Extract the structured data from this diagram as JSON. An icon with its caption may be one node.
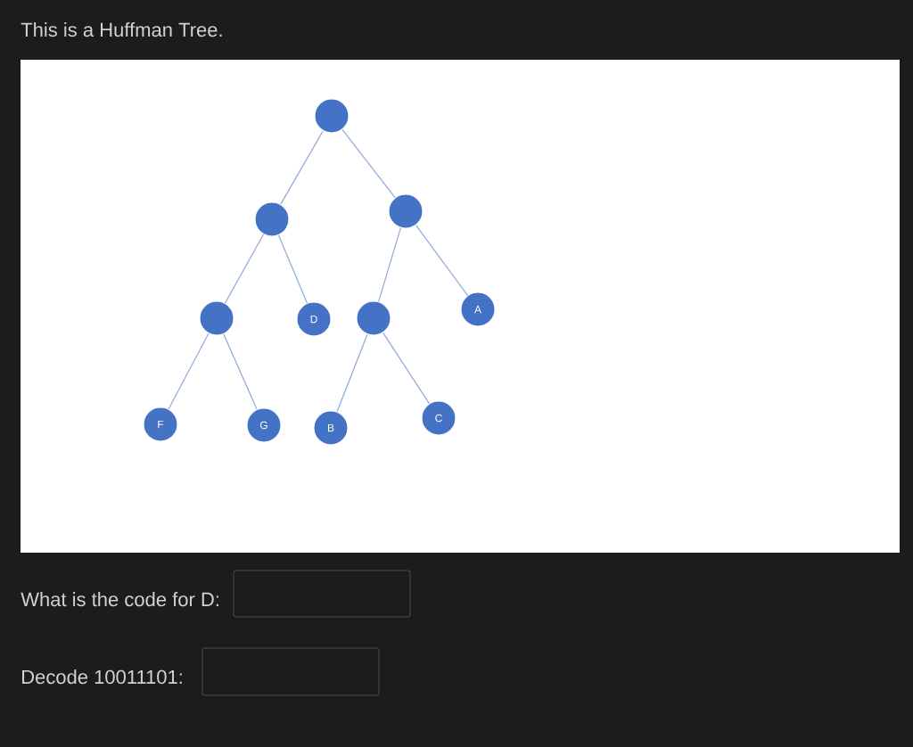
{
  "diagram": {
    "title": "This is a Huffman Tree.",
    "nodes": [
      {
        "text": [],
        "shape": "circle"
      },
      {
        "text": [],
        "shape": "circle"
      },
      {
        "text": [],
        "shape": "circle"
      },
      {
        "text": [],
        "shape": "circle"
      },
      {
        "text": [
          "D"
        ]
      },
      {
        "text": [],
        "shape": "circle"
      },
      {
        "text": [
          "A"
        ]
      },
      {
        "text": [
          "F"
        ]
      },
      {
        "text": [
          "G"
        ]
      },
      {
        "text": [
          "B"
        ]
      },
      {
        "text": [
          "C"
        ]
      }
    ],
    "edges": [
      {
        "from": 0,
        "to": 1,
        "arrow": "none"
      },
      {
        "from": 0,
        "to": 2,
        "arrow": "none"
      },
      {
        "from": 1,
        "to": 3,
        "arrow": "none"
      },
      {
        "from": 1,
        "to": 4,
        "arrow": "none"
      },
      {
        "from": 2,
        "to": 5,
        "arrow": "none"
      },
      {
        "from": 2,
        "to": 6,
        "arrow": "none"
      },
      {
        "from": 3,
        "to": 7,
        "arrow": "none"
      },
      {
        "from": 3,
        "to": 8,
        "arrow": "none"
      },
      {
        "from": 5,
        "to": 9,
        "arrow": "none"
      },
      {
        "from": 5,
        "to": 10,
        "arrow": "none"
      }
    ],
    "labels": [
      "What is the code for D:",
      "Decode 10011101:"
    ]
  }
}
